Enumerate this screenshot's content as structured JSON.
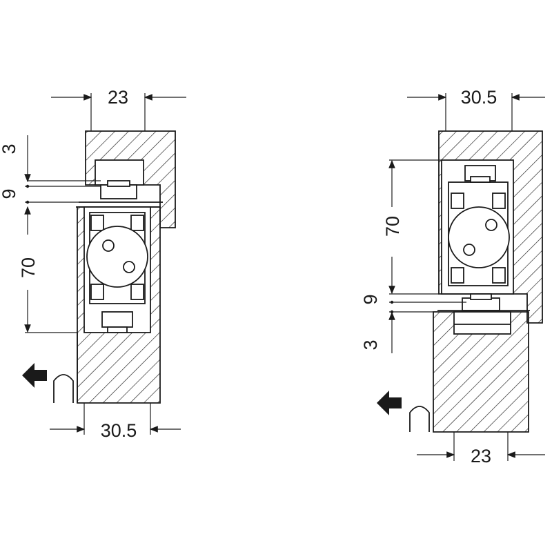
{
  "left_view": {
    "dim_top": "23",
    "dim_bottom": "30.5",
    "dim_gap_top": "3",
    "dim_gap_mid": "9",
    "dim_height": "70"
  },
  "right_view": {
    "dim_top": "30.5",
    "dim_bottom": "23",
    "dim_height": "70",
    "dim_gap_mid": "9",
    "dim_gap_bottom": "3"
  },
  "colors": {
    "ink": "#1a1a1a",
    "paper": "#ffffff"
  },
  "icons": {
    "direction": "arrow-left-icon"
  }
}
